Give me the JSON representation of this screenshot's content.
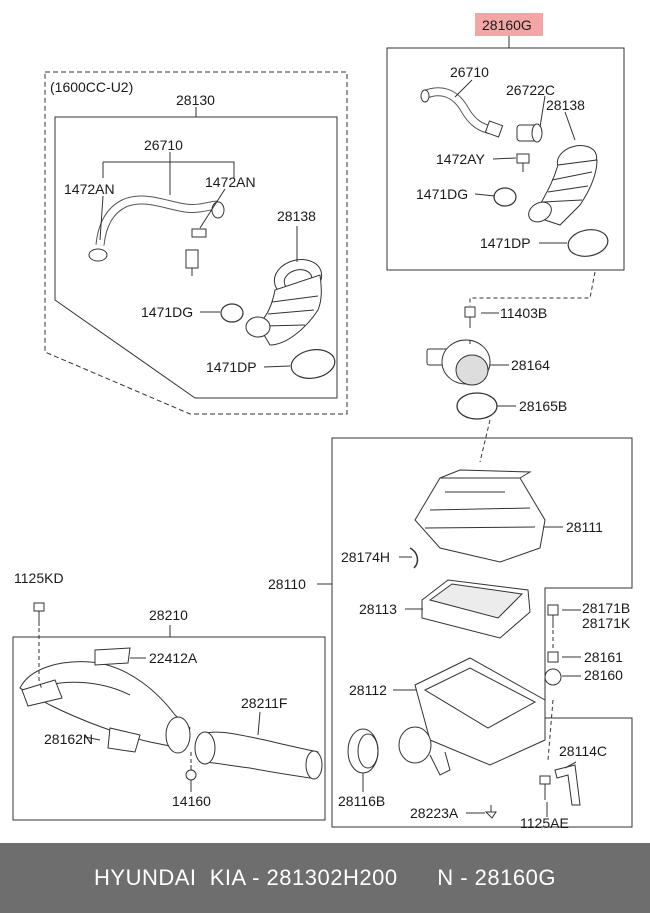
{
  "diagram": {
    "variant_note": "(1600CC-U2)",
    "highlight_color": "#f4a6a6",
    "callouts": {
      "c28160G": "28160G",
      "c26710a": "26710",
      "c26722C": "26722C",
      "c28138a": "28138",
      "c1472AY": "1472AY",
      "c1471DGa": "1471DG",
      "c1471DPa": "1471DP",
      "c28130": "28130",
      "c26710b": "26710",
      "c1472ANa": "1472AN",
      "c1472ANb": "1472AN",
      "c28138b": "28138",
      "c1471DGb": "1471DG",
      "c1471DPb": "1471DP",
      "c11403B": "11403B",
      "c28164": "28164",
      "c28165B": "28165B",
      "c28111": "28111",
      "c28174H": "28174H",
      "c28110": "28110",
      "c28113": "28113",
      "c28171B": "28171B",
      "c28171K": "28171K",
      "c28161": "28161",
      "c28160": "28160",
      "c28112": "28112",
      "c28114C": "28114C",
      "c1125AE": "1125AE",
      "c28223A": "28223A",
      "c28116B": "28116B",
      "c1125KD": "1125KD",
      "c28210": "28210",
      "c22412A": "22412A",
      "c28162N": "28162N",
      "c28211F": "28211F",
      "c14160": "14160"
    }
  },
  "footer": {
    "text": "HYUNDAI  KIA - 281302H200      N - 28160G"
  }
}
